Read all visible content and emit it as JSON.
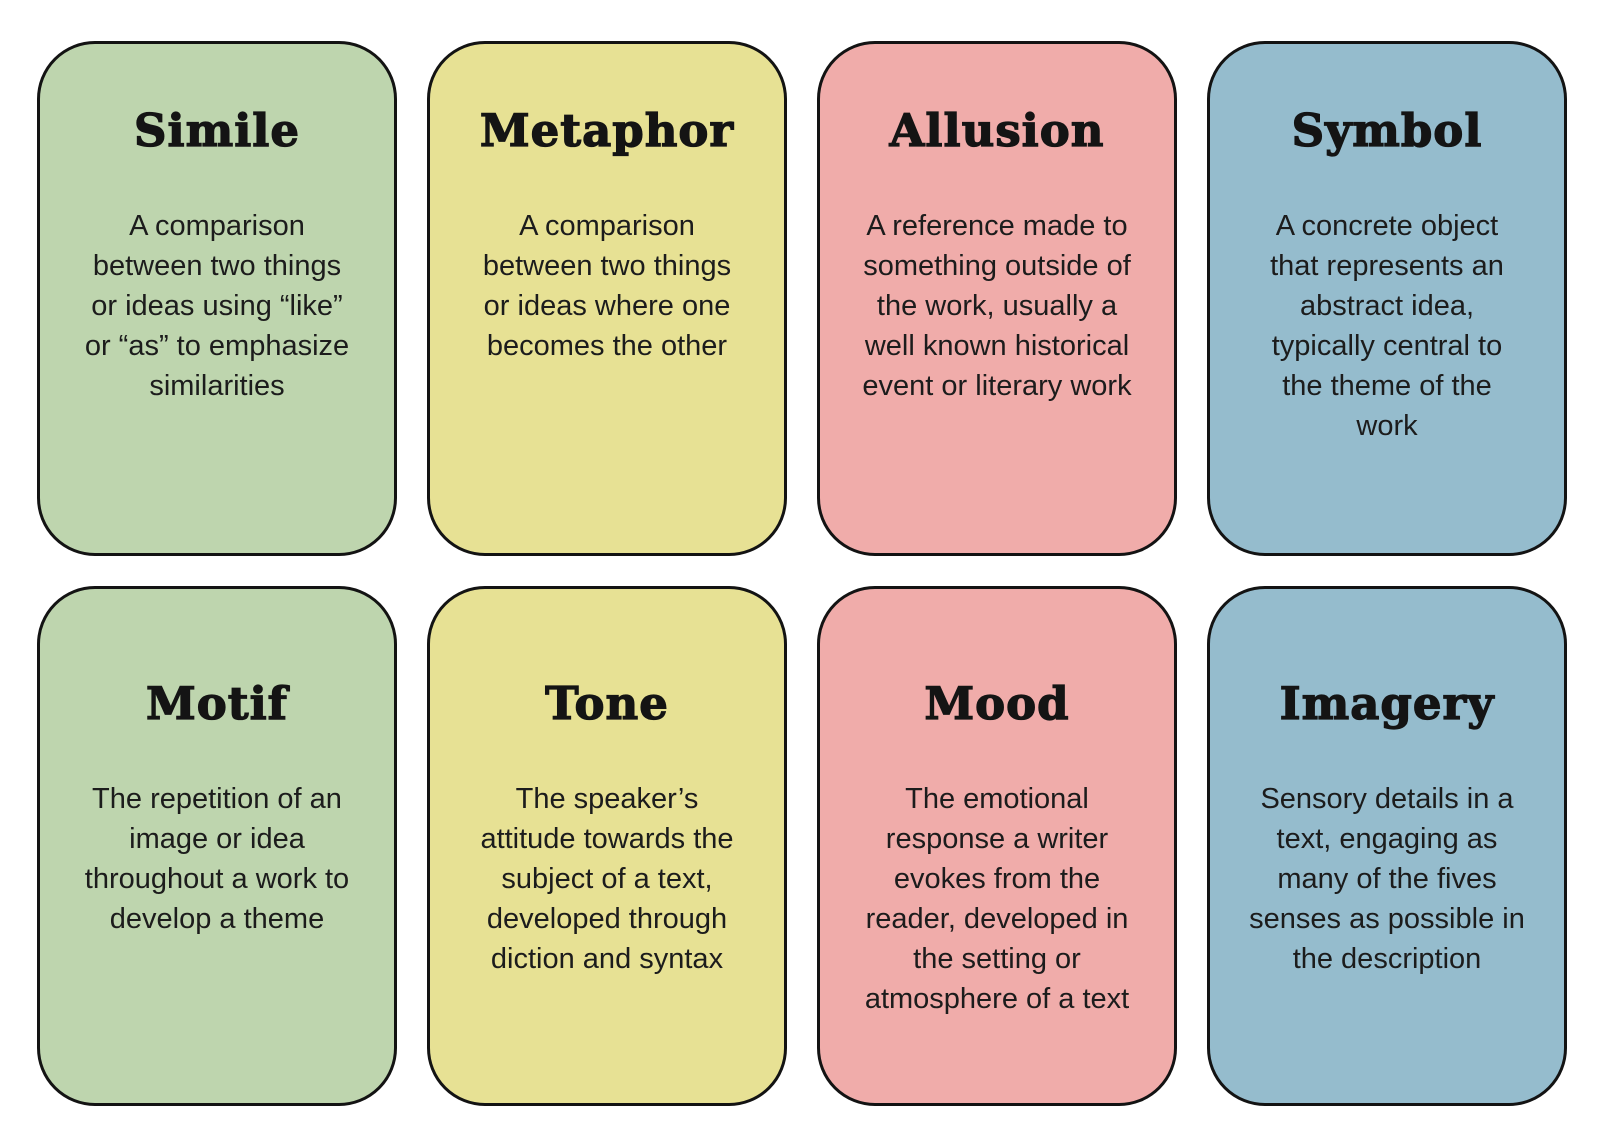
{
  "page": {
    "background": "#ffffff",
    "border_color": "#131313",
    "title_color": "#141414",
    "body_text_color": "#1c1c1c"
  },
  "palette": {
    "green": "#bed5ae",
    "yellow": "#e7e194",
    "pink": "#f0acaa",
    "blue": "#95bccd"
  },
  "cards": [
    {
      "title": "Simile",
      "definition": "A comparison between two things or ideas using “like” or “as” to emphasize similarities",
      "color": "#bed5ae"
    },
    {
      "title": "Metaphor",
      "definition": "A comparison between two things or ideas where one becomes the other",
      "color": "#e7e194"
    },
    {
      "title": "Allusion",
      "definition": "A reference made to something outside of the work, usually a well known historical event or literary work",
      "color": "#f0acaa"
    },
    {
      "title": "Symbol",
      "definition": "A concrete object that represents an abstract idea, typically central to the theme of the work",
      "color": "#95bccd"
    },
    {
      "title": "Motif",
      "definition": "The repetition of an image or idea throughout a work to develop a theme",
      "color": "#bed5ae"
    },
    {
      "title": "Tone",
      "definition": "The speaker’s attitude towards the subject of a text, developed through diction and syntax",
      "color": "#e7e194"
    },
    {
      "title": "Mood",
      "definition": "The emotional response a writer evokes from the reader, developed in the setting or atmosphere of a text",
      "color": "#f0acaa"
    },
    {
      "title": "Imagery",
      "definition": "Sensory details in a text, engaging as many of the fives senses as possible in the description",
      "color": "#95bccd"
    }
  ]
}
